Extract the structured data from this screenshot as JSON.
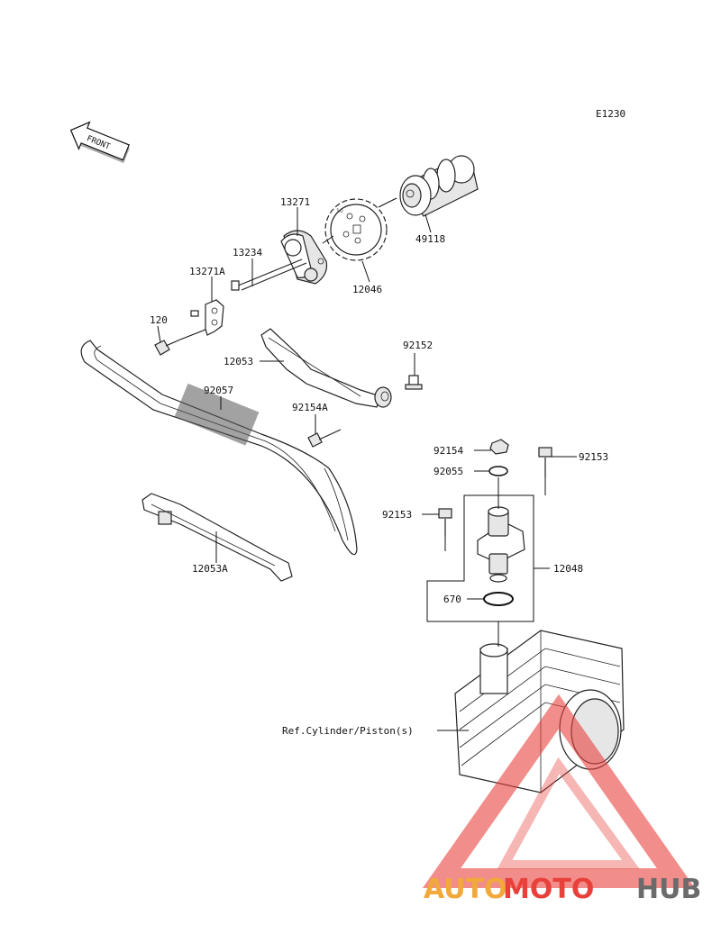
{
  "diagram_code": "E1230",
  "front_label": "FRONT",
  "parts": [
    {
      "id": "p13271",
      "label": "13271"
    },
    {
      "id": "p13234",
      "label": "13234"
    },
    {
      "id": "p13271A",
      "label": "13271A"
    },
    {
      "id": "p120",
      "label": "120"
    },
    {
      "id": "p12046",
      "label": "12046"
    },
    {
      "id": "p49118",
      "label": "49118"
    },
    {
      "id": "p12053",
      "label": "12053"
    },
    {
      "id": "p92152",
      "label": "92152"
    },
    {
      "id": "p92057",
      "label": "92057"
    },
    {
      "id": "p92154A",
      "label": "92154A"
    },
    {
      "id": "p92154",
      "label": "92154"
    },
    {
      "id": "p92153a",
      "label": "92153"
    },
    {
      "id": "p92055",
      "label": "92055"
    },
    {
      "id": "p92153b",
      "label": "92153"
    },
    {
      "id": "p12048",
      "label": "12048"
    },
    {
      "id": "p670",
      "label": "670"
    },
    {
      "id": "p12053A",
      "label": "12053A"
    },
    {
      "id": "pref",
      "label": "Ref.Cylinder/Piston(s)"
    }
  ],
  "watermark": {
    "part1": "AUTO",
    "part2": "MOTO",
    "part3": "HUB",
    "color1": "#f2a93b",
    "color2": "#e8413c",
    "color3": "#6b6b6b"
  }
}
